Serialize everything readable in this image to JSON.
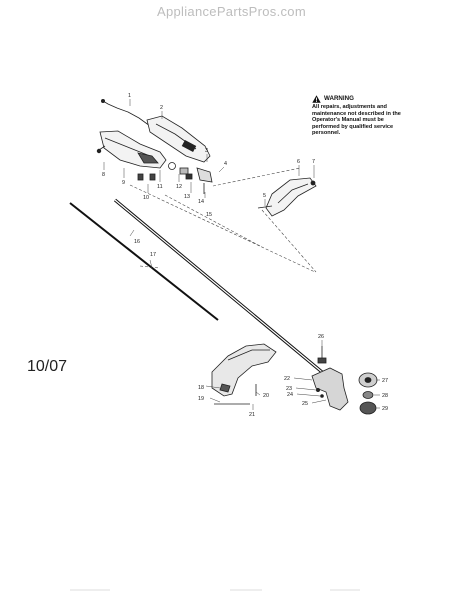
{
  "watermark": "AppliancePartsPros.com",
  "date_code": "10/07",
  "warning": {
    "title": "WARNING",
    "body": "All repairs, adjustments and maintenance not described in the Operator's Manual must be performed by qualified service personnel."
  },
  "callouts": [
    "1",
    "2",
    "3",
    "4",
    "5",
    "6",
    "7",
    "8",
    "9",
    "10",
    "11",
    "12",
    "13",
    "14",
    "15",
    "16",
    "17",
    "18",
    "19",
    "20",
    "21",
    "22",
    "23",
    "24",
    "25",
    "26",
    "27",
    "28",
    "29"
  ]
}
